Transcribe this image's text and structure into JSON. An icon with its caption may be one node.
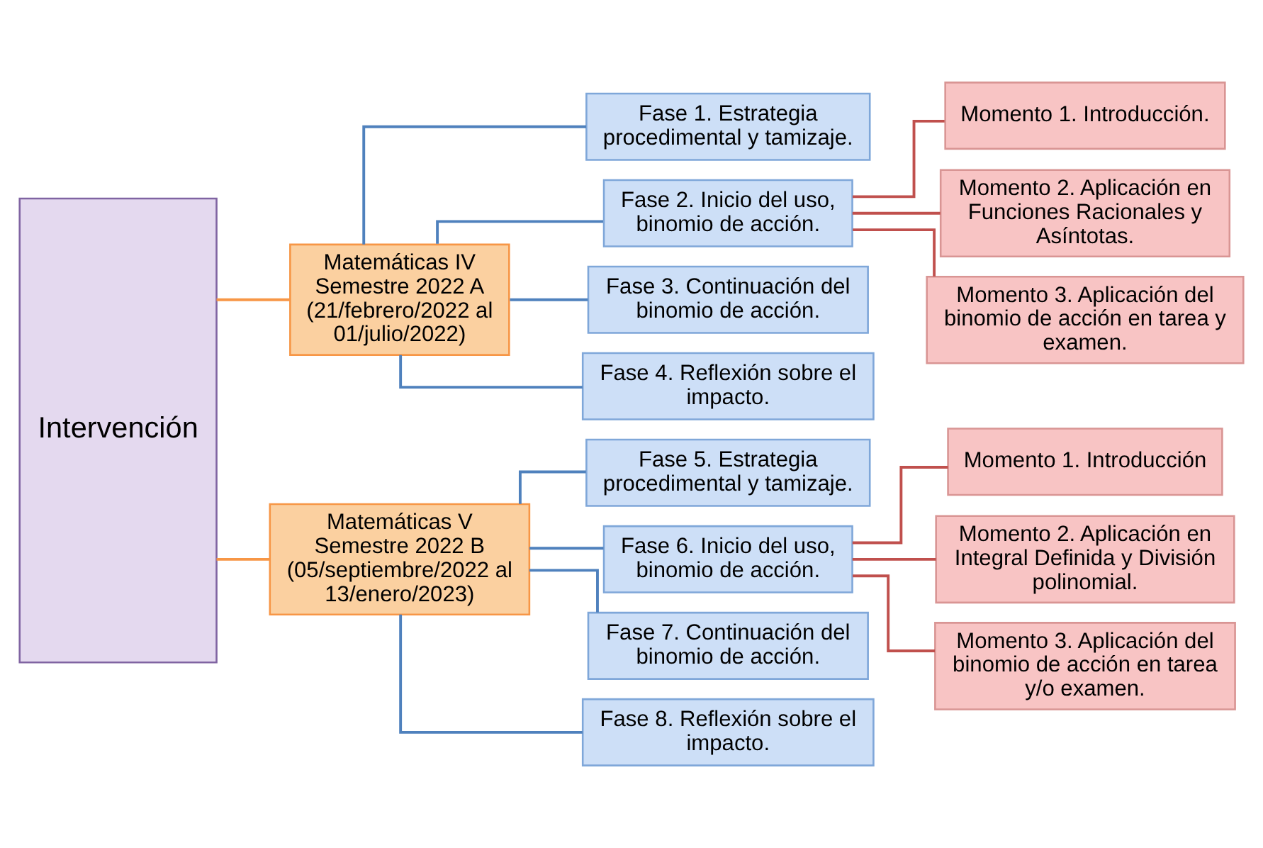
{
  "diagram": {
    "nodes": [
      {
        "text": [
          "Intervención"
        ]
      },
      {
        "text": [
          "Matemáticas IV",
          "Semestre 2022 A",
          "(21/febrero/2022 al 01/julio/2022)"
        ]
      },
      {
        "text": [
          "Fase 1. Estrategia procedimental y tamizaje."
        ]
      },
      {
        "text": [
          "Fase 2. Inicio del uso, binomio de acción."
        ]
      },
      {
        "text": [
          "Fase 3. Continuación del binomio de acción."
        ]
      },
      {
        "text": [
          "Fase 4. Reflexión sobre el impacto."
        ]
      },
      {
        "text": [
          "Momento 1. Introducción."
        ]
      },
      {
        "text": [
          "Momento 2. Aplicación en Funciones Racionales y Asíntotas."
        ]
      },
      {
        "text": [
          "Momento 3. Aplicación del binomio de acción en tarea y examen."
        ]
      },
      {
        "text": [
          "Matemáticas V",
          "Semestre 2022 B",
          "(05/septiembre/2022 al 13/enero/2023)"
        ]
      },
      {
        "text": [
          "Fase 5. Estrategia procedimental y tamizaje."
        ]
      },
      {
        "text": [
          "Fase 6. Inicio del uso, binomio de acción."
        ]
      },
      {
        "text": [
          "Fase 7. Continuación del binomio de acción."
        ]
      },
      {
        "text": [
          "Fase 8. Reflexión sobre el impacto."
        ]
      },
      {
        "text": [
          "Momento 1. Introducción"
        ]
      },
      {
        "text": [
          "Momento 2. Aplicación en Integral Definida y División polinomial."
        ]
      },
      {
        "text": [
          "Momento 3. Aplicación del binomio de acción en tarea y/o examen."
        ]
      }
    ],
    "edges": [
      {
        "from": 0,
        "to": 1,
        "arrow": "none",
        "color": "#f79646"
      },
      {
        "from": 0,
        "to": 9,
        "arrow": "none",
        "color": "#f79646"
      },
      {
        "from": 1,
        "to": 2,
        "arrow": "none"
      },
      {
        "from": 1,
        "to": 3,
        "arrow": "none"
      },
      {
        "from": 1,
        "to": 4,
        "arrow": "none"
      },
      {
        "from": 1,
        "to": 5,
        "arrow": "none"
      },
      {
        "from": 3,
        "to": 6,
        "arrow": "none",
        "color": "#c0504d"
      },
      {
        "from": 3,
        "to": 7,
        "arrow": "none",
        "color": "#c0504d"
      },
      {
        "from": 3,
        "to": 8,
        "arrow": "none",
        "color": "#c0504d"
      },
      {
        "from": 9,
        "to": 10,
        "arrow": "none"
      },
      {
        "from": 9,
        "to": 11,
        "arrow": "none"
      },
      {
        "from": 9,
        "to": 12,
        "arrow": "none"
      },
      {
        "from": 9,
        "to": 13,
        "arrow": "none"
      },
      {
        "from": 11,
        "to": 14,
        "arrow": "none",
        "color": "#c0504d"
      },
      {
        "from": 11,
        "to": 15,
        "arrow": "none",
        "color": "#c0504d"
      },
      {
        "from": 11,
        "to": 16,
        "arrow": "none",
        "color": "#c0504d"
      }
    ]
  }
}
